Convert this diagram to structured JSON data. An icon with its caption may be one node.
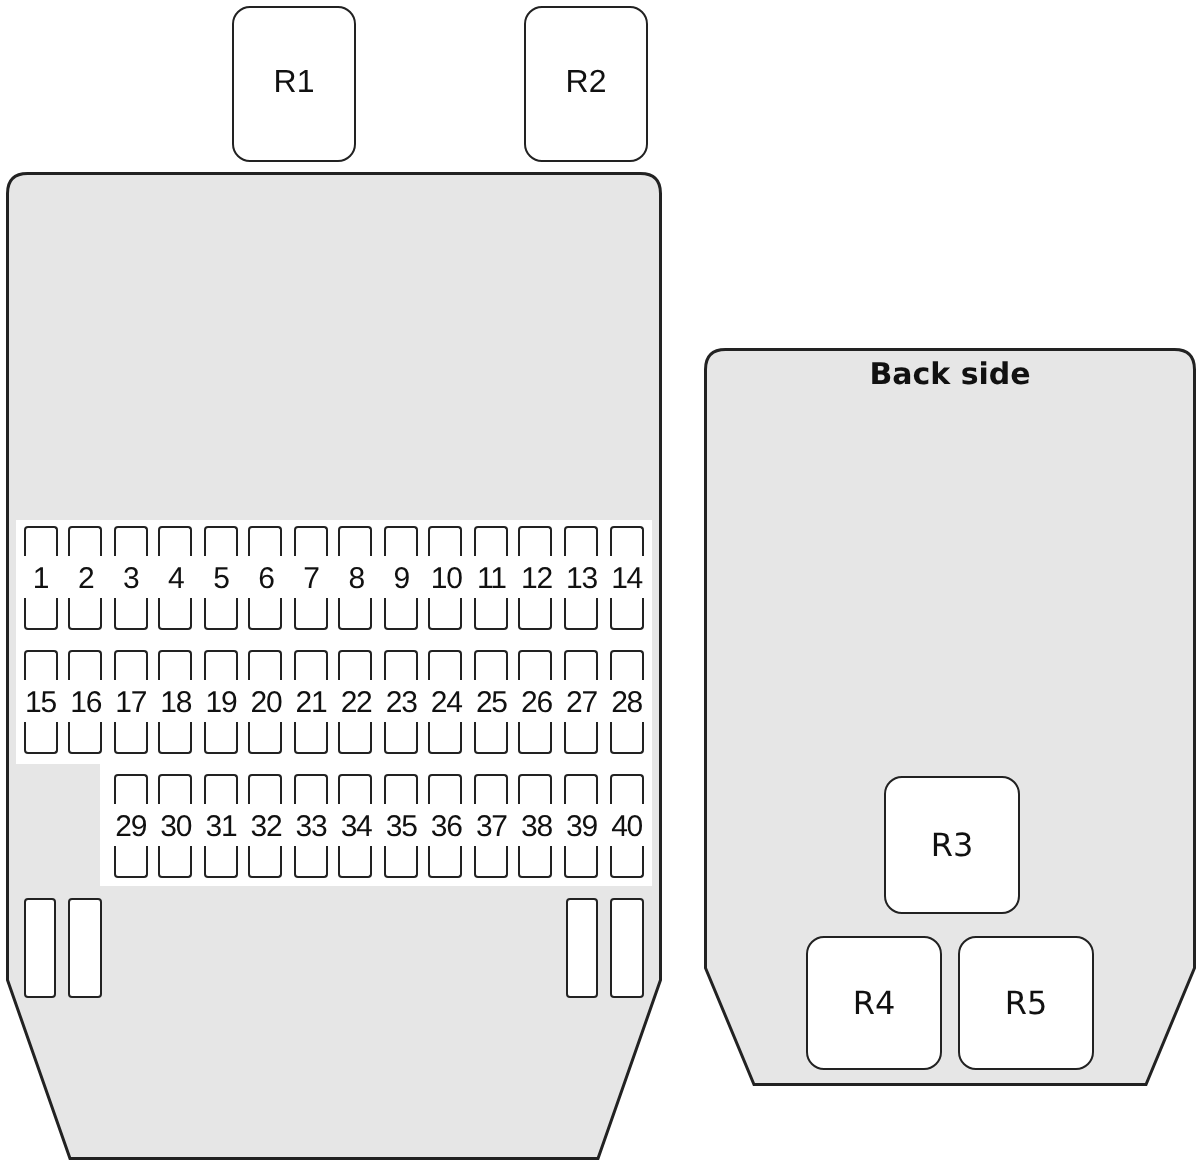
{
  "diagram": {
    "nodes": [
      {
        "text": [
          "R1"
        ]
      },
      {
        "text": [
          "R2"
        ]
      },
      {
        "text": [],
        "shape": "box"
      },
      {
        "text": [
          "1"
        ],
        "in": 2
      },
      {
        "text": [
          "2"
        ],
        "in": 2
      },
      {
        "text": [
          "3"
        ],
        "in": 2
      },
      {
        "text": [
          "4"
        ],
        "in": 2
      },
      {
        "text": [
          "5"
        ],
        "in": 2
      },
      {
        "text": [
          "6"
        ],
        "in": 2
      },
      {
        "text": [
          "7"
        ],
        "in": 2
      },
      {
        "text": [
          "8"
        ],
        "in": 2
      },
      {
        "text": [
          "9"
        ],
        "in": 2
      },
      {
        "text": [
          "10"
        ],
        "in": 2
      },
      {
        "text": [
          "11"
        ],
        "in": 2
      },
      {
        "text": [
          "12"
        ],
        "in": 2
      },
      {
        "text": [
          "13"
        ],
        "in": 2
      },
      {
        "text": [
          "14"
        ],
        "in": 2
      },
      {
        "text": [
          "15"
        ],
        "in": 2
      },
      {
        "text": [
          "16"
        ],
        "in": 2
      },
      {
        "text": [
          "17"
        ],
        "in": 2
      },
      {
        "text": [
          "18"
        ],
        "in": 2
      },
      {
        "text": [
          "19"
        ],
        "in": 2
      },
      {
        "text": [
          "20"
        ],
        "in": 2
      },
      {
        "text": [
          "21"
        ],
        "in": 2
      },
      {
        "text": [
          "22"
        ],
        "in": 2
      },
      {
        "text": [
          "23"
        ],
        "in": 2
      },
      {
        "text": [
          "24"
        ],
        "in": 2
      },
      {
        "text": [
          "25"
        ],
        "in": 2
      },
      {
        "text": [
          "26"
        ],
        "in": 2
      },
      {
        "text": [
          "27"
        ],
        "in": 2
      },
      {
        "text": [
          "28"
        ],
        "in": 2
      },
      {
        "text": [
          "29"
        ],
        "in": 2
      },
      {
        "text": [
          "30"
        ],
        "in": 2
      },
      {
        "text": [
          "31"
        ],
        "in": 2
      },
      {
        "text": [
          "32"
        ],
        "in": 2
      },
      {
        "text": [
          "33"
        ],
        "in": 2
      },
      {
        "text": [
          "34"
        ],
        "in": 2
      },
      {
        "text": [
          "35"
        ],
        "in": 2
      },
      {
        "text": [
          "36"
        ],
        "in": 2
      },
      {
        "text": [
          "37"
        ],
        "in": 2
      },
      {
        "text": [
          "38"
        ],
        "in": 2
      },
      {
        "text": [
          "39"
        ],
        "in": 2
      },
      {
        "text": [
          "40"
        ],
        "in": 2
      },
      {
        "text": [],
        "shape": "box",
        "in": 2
      },
      {
        "text": [],
        "shape": "box",
        "in": 2
      },
      {
        "text": [],
        "shape": "box",
        "in": 2
      },
      {
        "text": [],
        "shape": "box",
        "in": 2
      },
      {
        "text": [
          "Back side"
        ]
      },
      {
        "text": [
          "R3"
        ],
        "in": 47
      },
      {
        "text": [
          "R4"
        ],
        "in": 47
      },
      {
        "text": [
          "R5"
        ],
        "in": 47
      }
    ],
    "edges": []
  }
}
